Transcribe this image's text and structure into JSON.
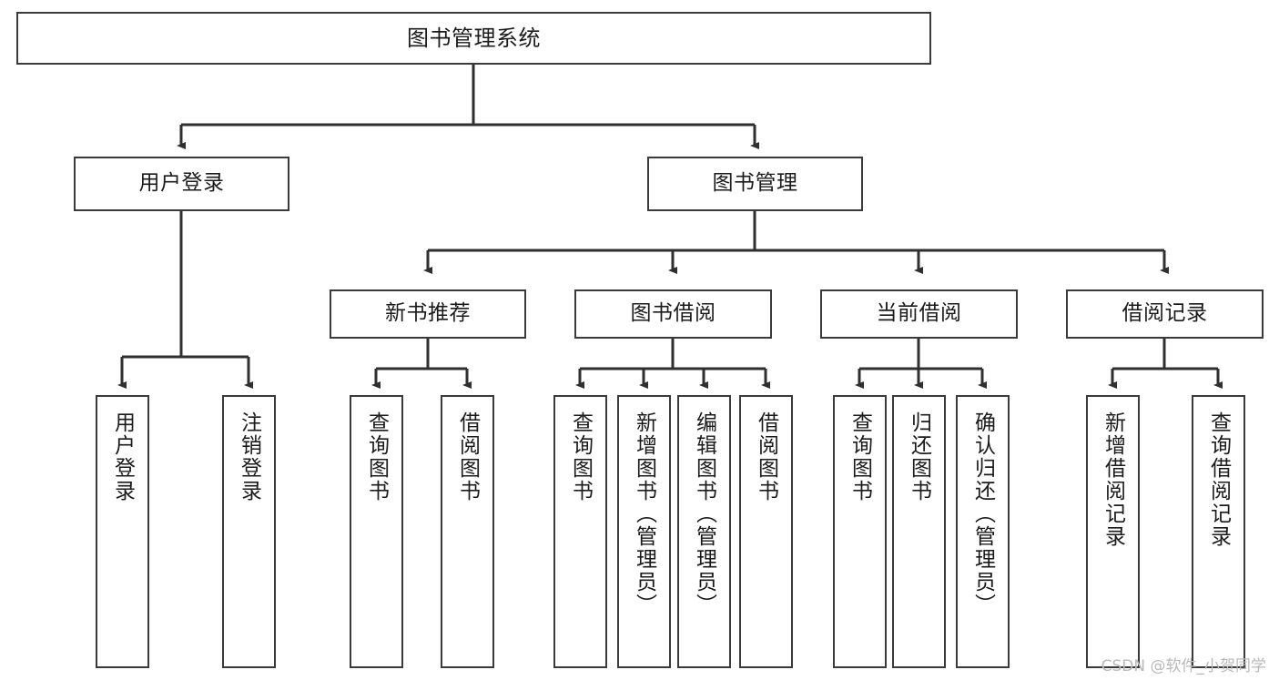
{
  "diagram": {
    "type": "tree-hierarchy",
    "title": "图书管理系统",
    "watermark": "CSDN @软件_小贺同学",
    "colors": {
      "box_border": "#3a3a3a",
      "box_fill": "#ffffff",
      "connector": "#2f2f2f",
      "text": "#1b1b1b",
      "watermark": "#b9b9b9",
      "background": "#ffffff"
    },
    "levels": {
      "root": "图书管理系统",
      "level2": [
        "用户登录",
        "图书管理"
      ],
      "level3": [
        "新书推荐",
        "图书借阅",
        "当前借阅",
        "借阅记录"
      ]
    },
    "nodes": {
      "root": {
        "label": "图书管理系统"
      },
      "user_login": {
        "label": "用户登录"
      },
      "book_manage": {
        "label": "图书管理"
      },
      "new_book_rec": {
        "label": "新书推荐"
      },
      "book_borrow": {
        "label": "图书借阅"
      },
      "current_borrow": {
        "label": "当前借阅"
      },
      "borrow_record": {
        "label": "借阅记录"
      },
      "leaf_user_login": {
        "label": "用户登录"
      },
      "leaf_logout": {
        "label": "注销登录"
      },
      "leaf_query_book_1": {
        "label": "查询图书"
      },
      "leaf_borrow_book_1": {
        "label": "借阅图书"
      },
      "leaf_query_book_2": {
        "label": "查询图书"
      },
      "leaf_add_book": {
        "label": "新增图书（管理员）"
      },
      "leaf_edit_book": {
        "label": "编辑图书（管理员）"
      },
      "leaf_borrow_book_2": {
        "label": "借阅图书"
      },
      "leaf_query_book_3": {
        "label": "查询图书"
      },
      "leaf_return_book": {
        "label": "归还图书"
      },
      "leaf_confirm_return": {
        "label": "确认归还（管理员）"
      },
      "leaf_add_record": {
        "label": "新增借阅记录"
      },
      "leaf_query_record": {
        "label": "查询借阅记录"
      }
    },
    "edges": [
      {
        "from": "root",
        "to": "user_login"
      },
      {
        "from": "root",
        "to": "book_manage"
      },
      {
        "from": "user_login",
        "to": "leaf_user_login"
      },
      {
        "from": "user_login",
        "to": "leaf_logout"
      },
      {
        "from": "book_manage",
        "to": "new_book_rec"
      },
      {
        "from": "book_manage",
        "to": "book_borrow"
      },
      {
        "from": "book_manage",
        "to": "current_borrow"
      },
      {
        "from": "book_manage",
        "to": "borrow_record"
      },
      {
        "from": "new_book_rec",
        "to": "leaf_query_book_1"
      },
      {
        "from": "new_book_rec",
        "to": "leaf_borrow_book_1"
      },
      {
        "from": "book_borrow",
        "to": "leaf_query_book_2"
      },
      {
        "from": "book_borrow",
        "to": "leaf_add_book"
      },
      {
        "from": "book_borrow",
        "to": "leaf_edit_book"
      },
      {
        "from": "book_borrow",
        "to": "leaf_borrow_book_2"
      },
      {
        "from": "current_borrow",
        "to": "leaf_query_book_3"
      },
      {
        "from": "current_borrow",
        "to": "leaf_return_book"
      },
      {
        "from": "current_borrow",
        "to": "leaf_confirm_return"
      },
      {
        "from": "borrow_record",
        "to": "leaf_add_record"
      },
      {
        "from": "borrow_record",
        "to": "leaf_query_record"
      }
    ]
  }
}
